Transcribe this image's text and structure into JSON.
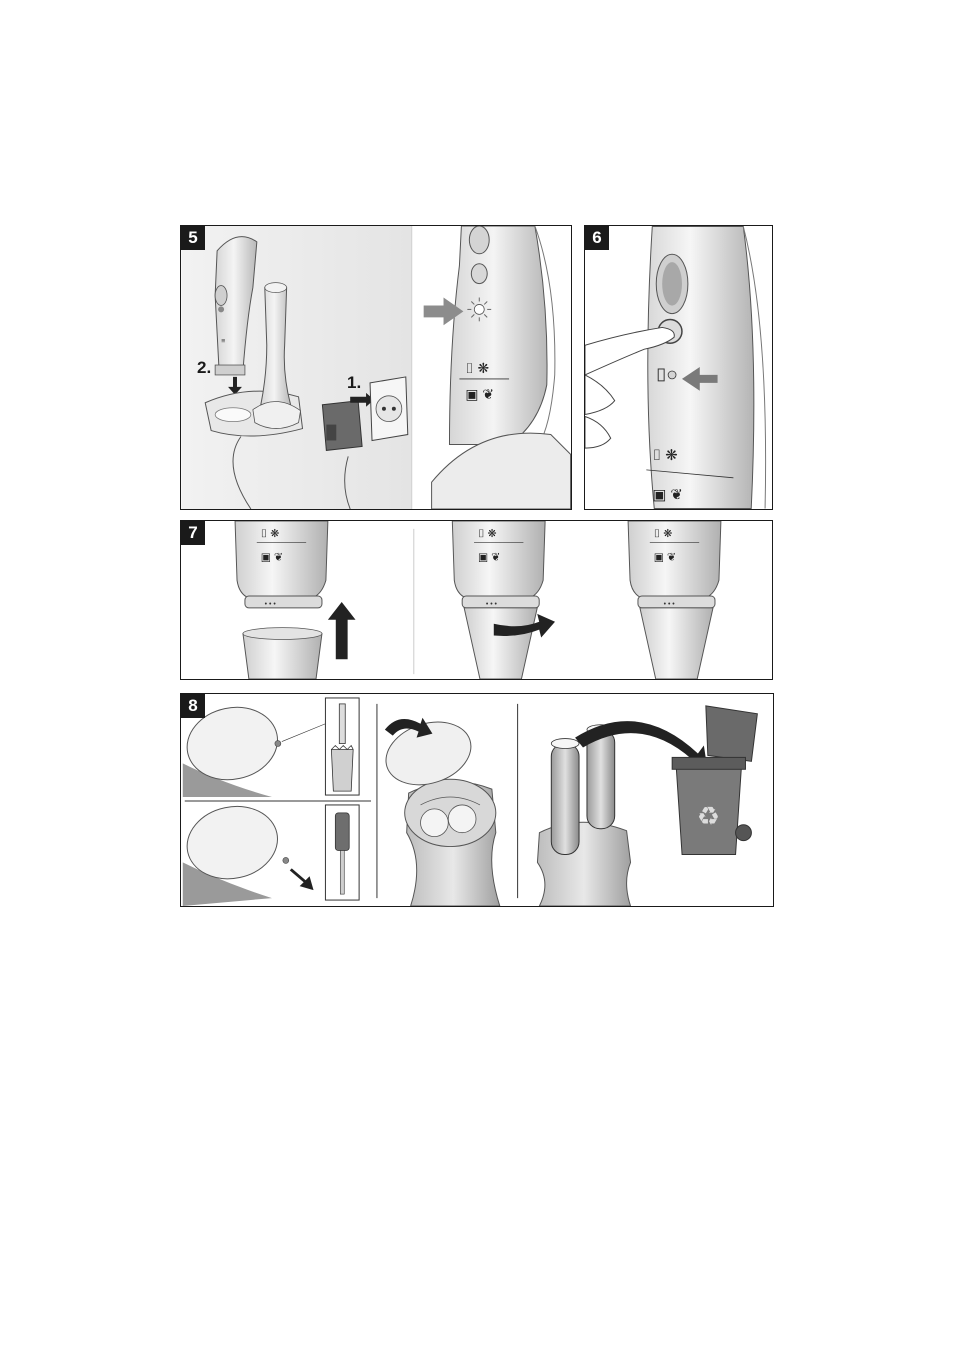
{
  "panels": [
    {
      "number": "5",
      "step_labels": [
        "2.",
        "1."
      ]
    },
    {
      "number": "6"
    },
    {
      "number": "7"
    },
    {
      "number": "8"
    }
  ],
  "colors": {
    "ink": "#1a1a1a",
    "arrow_gray": "#8c8c8c",
    "arrow_dark": "#222222",
    "device_light": "#ececec",
    "device_mid": "#c4c4c4",
    "device_dark": "#8a8a8a",
    "bin": "#777777"
  },
  "icons": [
    "hand-blender-icon",
    "charging-stand-icon",
    "charger-plug-icon",
    "wall-socket-icon",
    "charge-indicator-icon",
    "finger-pressing-icon",
    "blender-shaft-icon",
    "drill-icon",
    "screwdriver-icon",
    "battery-icon",
    "recycle-bin-icon",
    "recycle-symbol-icon"
  ]
}
